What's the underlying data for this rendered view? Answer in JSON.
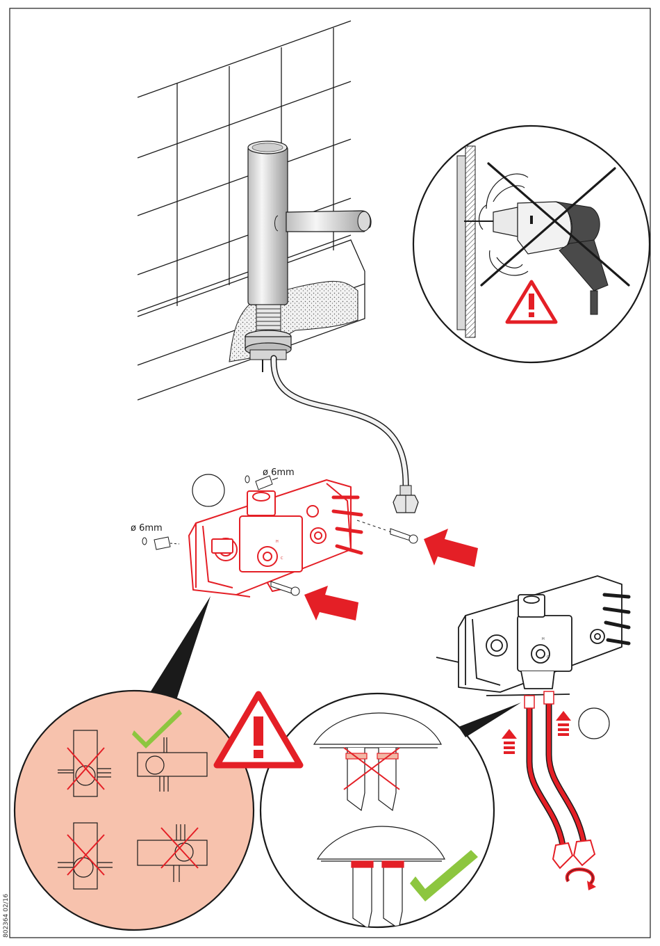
{
  "doc_code": "802364 02/16",
  "drill_size_top": "ø 6mm",
  "drill_size_left": "ø 6mm",
  "valve_markings": [
    "H",
    "C"
  ],
  "icons": {
    "warning": "warning-triangle-icon",
    "forbidden": "cross-out-icon",
    "ok": "check-mark-icon",
    "arrow": "insert-arrow-icon",
    "rotate": "rotate-tighten-icon",
    "drill": "drill-icon"
  },
  "colors": {
    "warning_red": "#e41f26",
    "check_green": "#8dc63f",
    "salmon": "#f7c2ad",
    "outline": "#1a1a1a"
  }
}
